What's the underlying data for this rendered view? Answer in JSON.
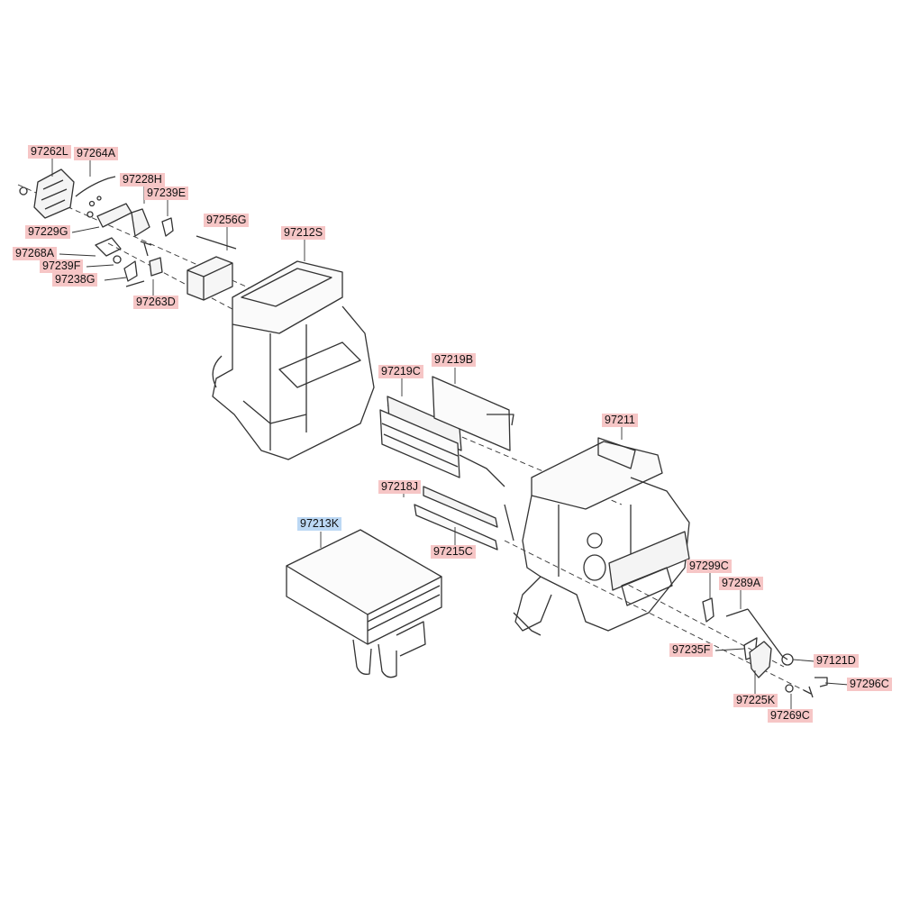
{
  "colors": {
    "label_highlight": "#f6c6c6",
    "label_highlight_alt": "#bcd8f4",
    "line": "#333333"
  },
  "labels": {
    "p97262L": "97262L",
    "p97264A": "97264A",
    "p97228H": "97228H",
    "p97239E": "97239E",
    "p97256G": "97256G",
    "p97212S": "97212S",
    "p97229G": "97229G",
    "p97268A": "97268A",
    "p97239F": "97239F",
    "p97238G": "97238G",
    "p97263D": "97263D",
    "p97219C": "97219C",
    "p97219B": "97219B",
    "p97211": "97211",
    "p97218J": "97218J",
    "p97213K": "97213K",
    "p97215C": "97215C",
    "p97299C": "97299C",
    "p97289A": "97289A",
    "p97235F": "97235F",
    "p97121D": "97121D",
    "p97225K": "97225K",
    "p97296C": "97296C",
    "p97269C": "97269C"
  }
}
